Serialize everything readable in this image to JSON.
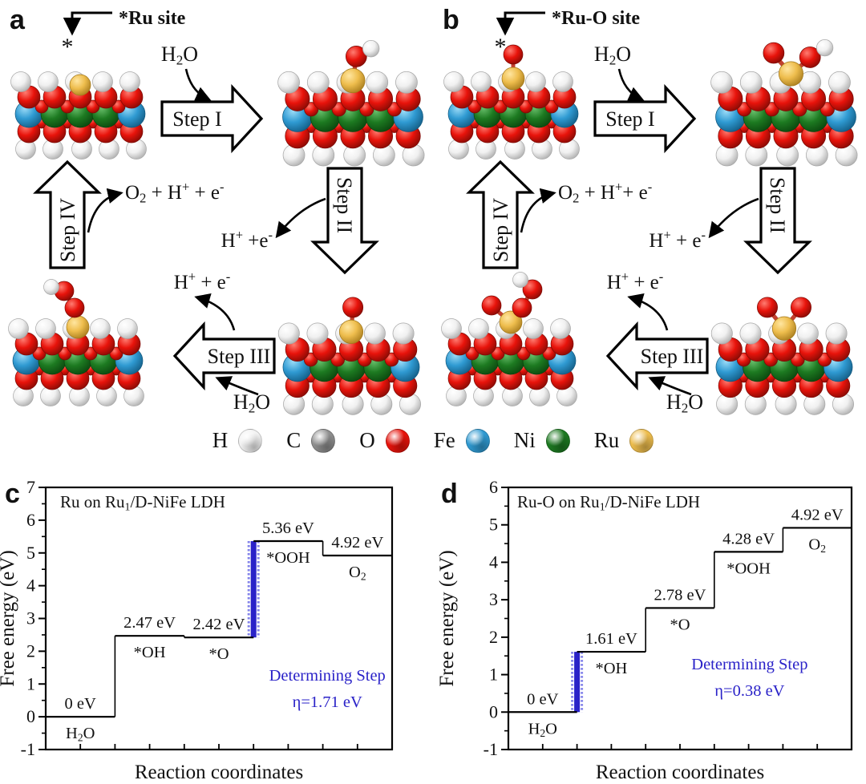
{
  "panels": {
    "a": {
      "label": "a",
      "site_label": "*Ru site",
      "site_marker": "*",
      "arrows": {
        "step1": "Step I",
        "step2": "Step II",
        "step3": "Step III",
        "step4": "Step IV"
      },
      "texts": {
        "h2o_in": "H_{2}O",
        "h_e_step2": "H^{+} +e^{-}",
        "h_e_step3": "H^{+} + e^{-}",
        "h2o_step3": "H_{2}O",
        "o2_out": "O_{2} + H^{+} + e^{-}"
      }
    },
    "b": {
      "label": "b",
      "site_label": "*Ru-O site",
      "site_marker": "*",
      "arrows": {
        "step1": "Step I",
        "step2": "Step II",
        "step3": "Step III",
        "step4": "Step IV"
      },
      "texts": {
        "h2o_in": "H_{2}O",
        "h_e_step2": "H^{+} + e^{-}",
        "h_e_step3": "H^{+} + e^{-}",
        "h2o_step3": "H_{2}O",
        "o2_out": "O_{2} + H^{+}+ e^{-}"
      }
    }
  },
  "legend": {
    "items": [
      {
        "label": "H",
        "color": "#f2f2f2"
      },
      {
        "label": "C",
        "color": "#8f8f8f"
      },
      {
        "label": "O",
        "color": "#e8130b"
      },
      {
        "label": "Fe",
        "color": "#2f9ad2"
      },
      {
        "label": "Ni",
        "color": "#1d7a21"
      },
      {
        "label": "Ru",
        "color": "#eebd4d"
      }
    ]
  },
  "chart_data": [
    {
      "panel_label": "c",
      "type": "step-line",
      "title": "Ru on Ru_{1}/D-NiFe LDH",
      "xlabel": "Reaction coordinates",
      "ylabel": "Free energy (eV)",
      "ylim": [
        -1,
        7
      ],
      "ytick_step": 1,
      "grid": false,
      "categories": [
        "H_{2}O",
        "*OH",
        "*O",
        "*OOH",
        "O_{2}"
      ],
      "values": [
        0,
        2.47,
        2.42,
        5.36,
        4.92
      ],
      "steps": [
        {
          "energy_eV": 0,
          "label": "0 eV",
          "species": "H_{2}O"
        },
        {
          "energy_eV": 2.47,
          "label": "2.47 eV",
          "species": "*OH"
        },
        {
          "energy_eV": 2.42,
          "label": "2.42 eV",
          "species": "*O"
        },
        {
          "energy_eV": 5.36,
          "label": "5.36 eV",
          "species": "*OOH"
        },
        {
          "energy_eV": 4.92,
          "label": "4.92 eV",
          "species": "O_{2}"
        }
      ],
      "determining_step": {
        "transition_to_index": 3,
        "text_line1": "Determining Step",
        "text_line2": "η=1.71 eV",
        "color": "#2a22c8",
        "edge_color": "#8282ea"
      },
      "annotation_pos": {
        "fx": 0.813,
        "fy": 0.737
      }
    },
    {
      "panel_label": "d",
      "type": "step-line",
      "title": "Ru-O on Ru_{1}/D-NiFe LDH",
      "xlabel": "Reaction coordinates",
      "ylabel": "Free energy (eV)",
      "ylim": [
        -1,
        6
      ],
      "ytick_step": 1,
      "grid": false,
      "categories": [
        "H_{2}O",
        "*OH",
        "*O",
        "*OOH",
        "O_{2}"
      ],
      "values": [
        0,
        1.61,
        2.78,
        4.28,
        4.92
      ],
      "steps": [
        {
          "energy_eV": 0,
          "label": "0 eV",
          "species": "H_{2}O"
        },
        {
          "energy_eV": 1.61,
          "label": "1.61 eV",
          "species": "*OH"
        },
        {
          "energy_eV": 2.78,
          "label": "2.78 eV",
          "species": "*O"
        },
        {
          "energy_eV": 4.28,
          "label": "4.28 eV",
          "species": "*OOH"
        },
        {
          "energy_eV": 4.92,
          "label": "4.92 eV",
          "species": "O_{2}"
        }
      ],
      "determining_step": {
        "transition_to_index": 1,
        "text_line1": "Determining Step",
        "text_line2": "η=0.38 eV",
        "color": "#2a22c8",
        "edge_color": "#8282ea"
      },
      "annotation_pos": {
        "fx": 0.703,
        "fy": 0.694
      }
    }
  ]
}
